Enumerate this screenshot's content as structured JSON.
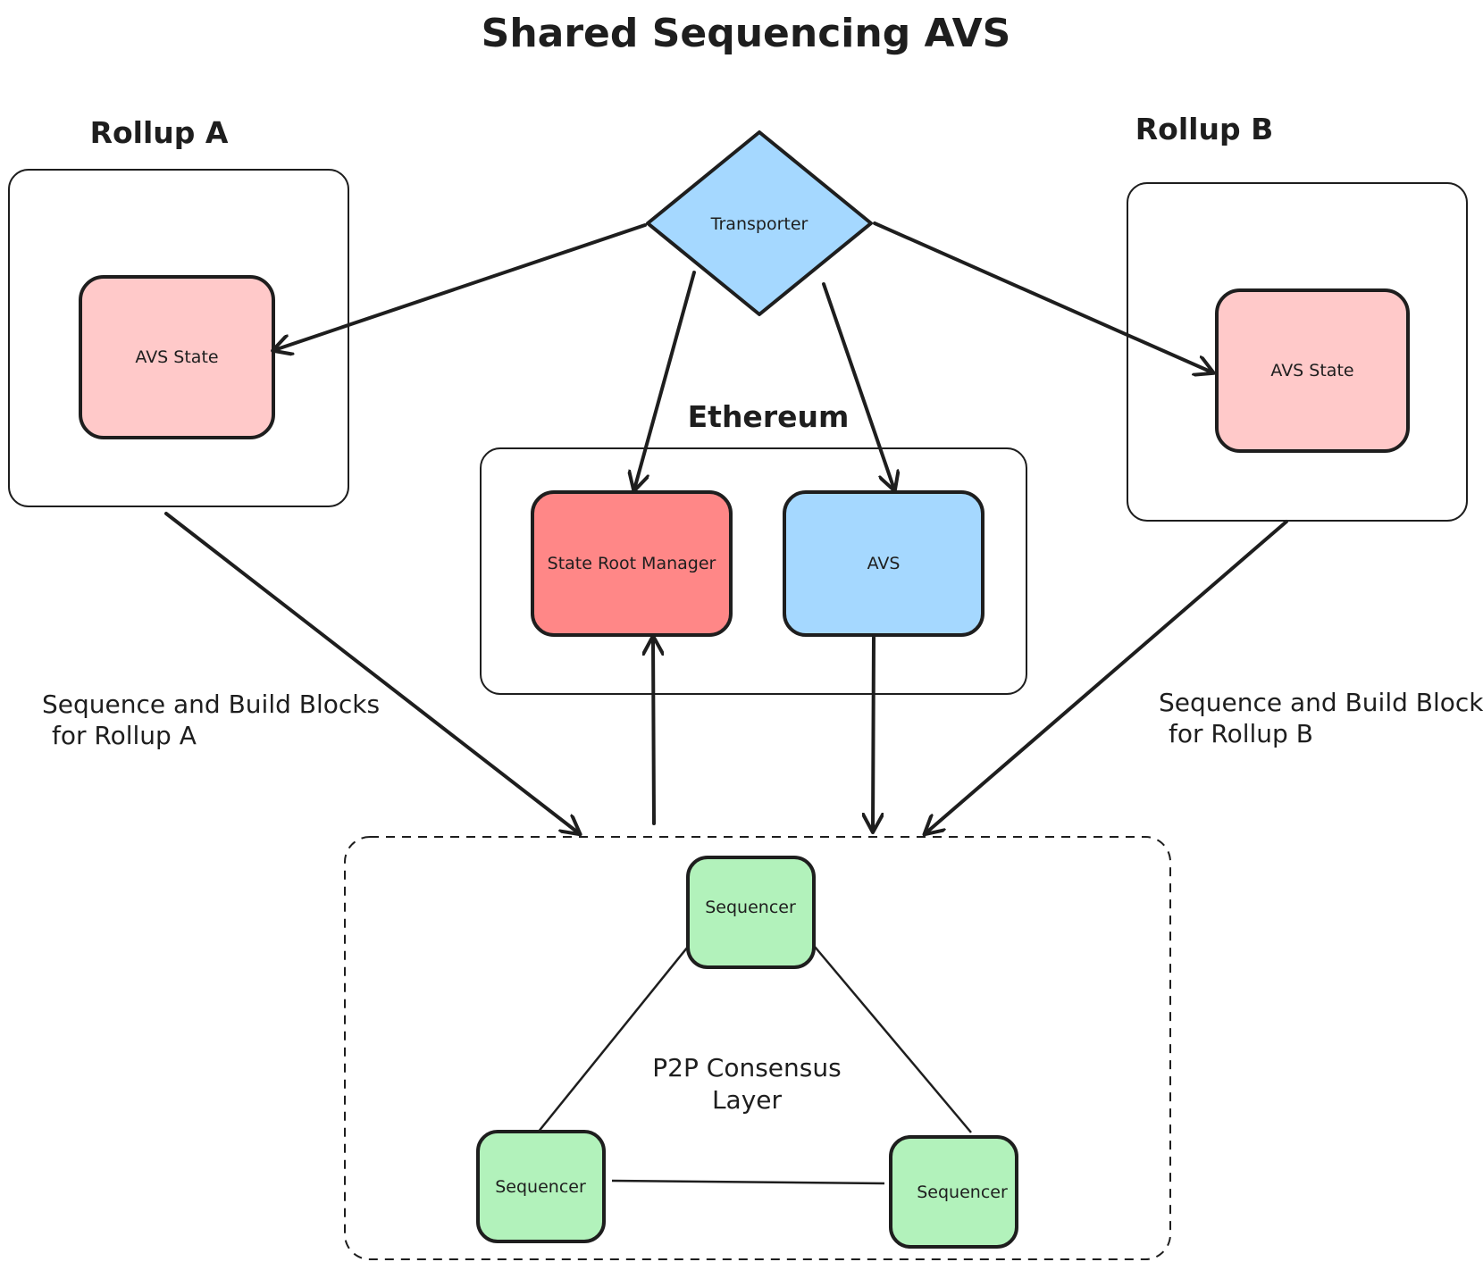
{
  "title": "Shared Sequencing AVS",
  "rollup_a": {
    "heading": "Rollup A",
    "state_label": "AVS State",
    "caption_line1": "Sequence and Build Blocks",
    "caption_line2": "for Rollup A"
  },
  "rollup_b": {
    "heading": "Rollup B",
    "state_label": "AVS State",
    "caption_line1": "Sequence and Build Blocks",
    "caption_line2": "for Rollup B"
  },
  "transporter": {
    "label": "Transporter"
  },
  "ethereum": {
    "heading": "Ethereum",
    "state_root_manager": "State Root Manager",
    "avs": "AVS"
  },
  "consensus": {
    "label_line1": "P2P Consensus",
    "label_line2": "Layer",
    "sequencers": [
      "Sequencer",
      "Sequencer",
      "Sequencer"
    ]
  },
  "colors": {
    "avs_state_fill": "#ffc9c9",
    "state_root_manager_fill": "#ff8787",
    "blue_fill": "#a5d8ff",
    "sequencer_fill": "#b2f2bb"
  }
}
